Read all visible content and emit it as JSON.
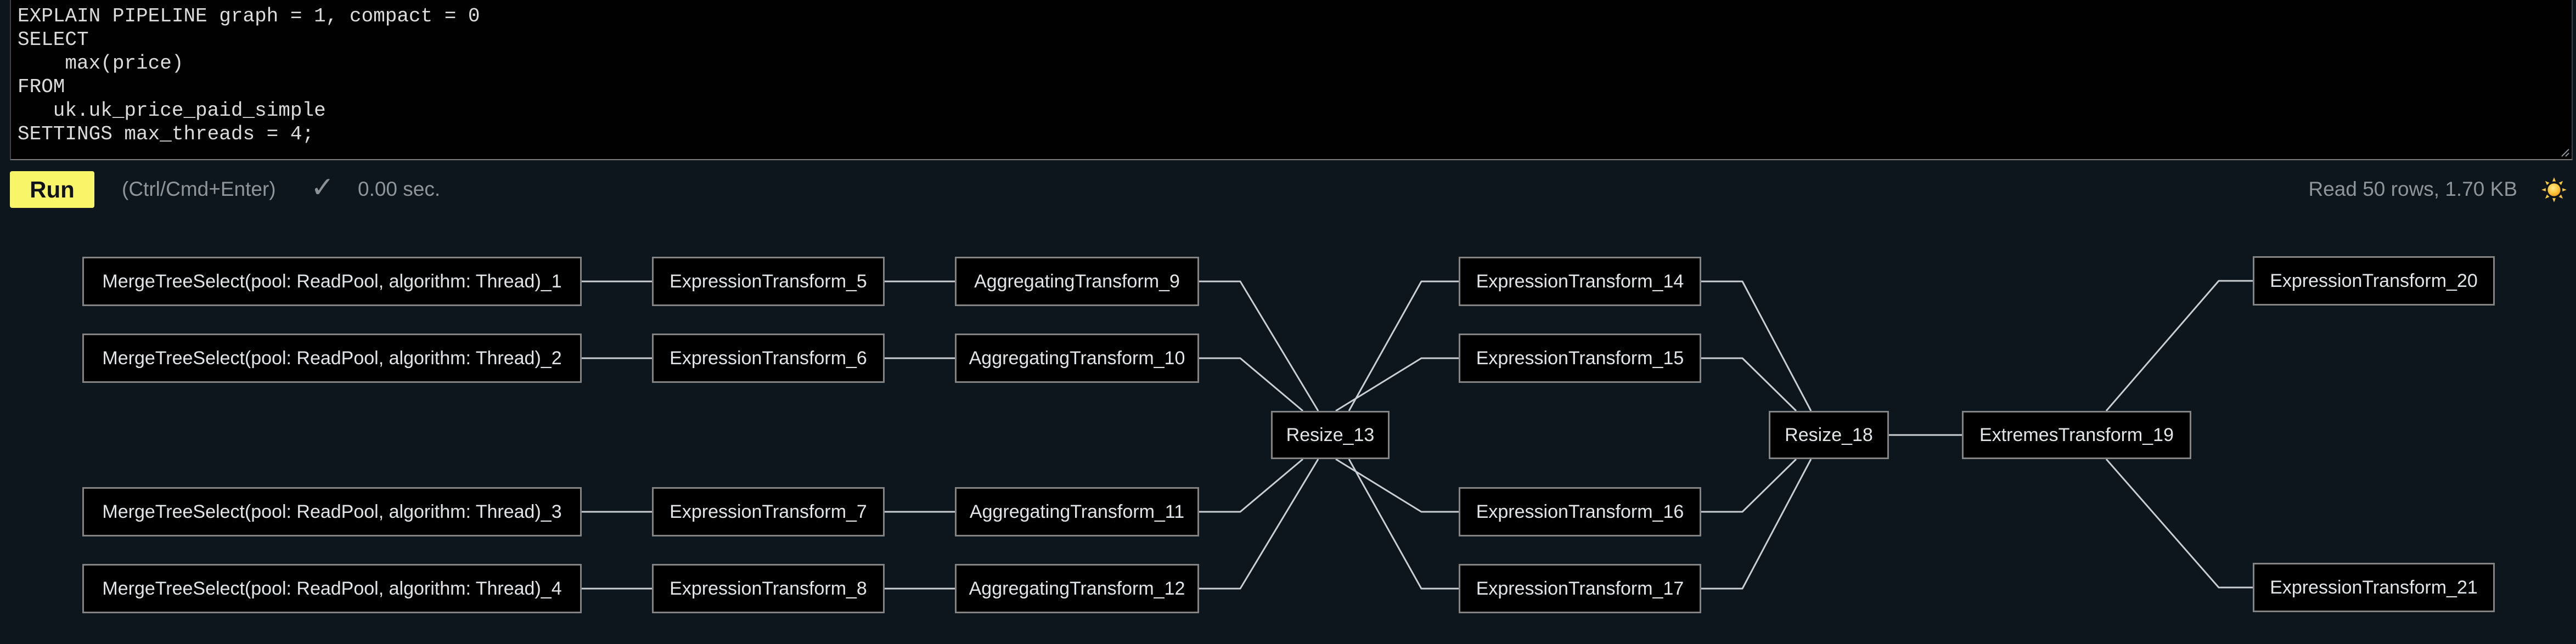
{
  "editor": {
    "sql_lines": [
      "EXPLAIN PIPELINE graph = 1, compact = 0",
      "SELECT",
      "    max(price)",
      "FROM",
      "   uk.uk_price_paid_simple",
      "SETTINGS max_threads = 4;"
    ]
  },
  "toolbar": {
    "run_label": "Run",
    "shortcut_hint": "(Ctrl/Cmd+Enter)",
    "status_check": "✓",
    "elapsed": "0.00 sec.",
    "read_stats": "Read 50 rows, 1.70 KB",
    "theme_icon": "sun-icon"
  },
  "colors": {
    "page_background": "#0d161d",
    "editor_background": "#010101",
    "accent_yellow": "#f8f568",
    "node_background": "#000000",
    "node_border": "#838383",
    "edge_line": "#cacfd3",
    "muted_text": "#8e969b",
    "sql_text": "#dcdcdc"
  },
  "graph": {
    "nodes": [
      {
        "id": "mts1",
        "label": "MergeTreeSelect(pool: ReadPool, algorithm: Thread)_1"
      },
      {
        "id": "mts2",
        "label": "MergeTreeSelect(pool: ReadPool, algorithm: Thread)_2"
      },
      {
        "id": "mts3",
        "label": "MergeTreeSelect(pool: ReadPool, algorithm: Thread)_3"
      },
      {
        "id": "mts4",
        "label": "MergeTreeSelect(pool: ReadPool, algorithm: Thread)_4"
      },
      {
        "id": "et5",
        "label": "ExpressionTransform_5"
      },
      {
        "id": "et6",
        "label": "ExpressionTransform_6"
      },
      {
        "id": "et7",
        "label": "ExpressionTransform_7"
      },
      {
        "id": "et8",
        "label": "ExpressionTransform_8"
      },
      {
        "id": "agg9",
        "label": "AggregatingTransform_9"
      },
      {
        "id": "agg10",
        "label": "AggregatingTransform_10"
      },
      {
        "id": "agg11",
        "label": "AggregatingTransform_11"
      },
      {
        "id": "agg12",
        "label": "AggregatingTransform_12"
      },
      {
        "id": "resize13",
        "label": "Resize_13"
      },
      {
        "id": "et14",
        "label": "ExpressionTransform_14"
      },
      {
        "id": "et15",
        "label": "ExpressionTransform_15"
      },
      {
        "id": "et16",
        "label": "ExpressionTransform_16"
      },
      {
        "id": "et17",
        "label": "ExpressionTransform_17"
      },
      {
        "id": "resize18",
        "label": "Resize_18"
      },
      {
        "id": "extremes19",
        "label": "ExtremesTransform_19"
      },
      {
        "id": "et20",
        "label": "ExpressionTransform_20"
      },
      {
        "id": "et21",
        "label": "ExpressionTransform_21"
      }
    ],
    "edges": [
      [
        "mts1",
        "et5"
      ],
      [
        "mts2",
        "et6"
      ],
      [
        "mts3",
        "et7"
      ],
      [
        "mts4",
        "et8"
      ],
      [
        "et5",
        "agg9"
      ],
      [
        "et6",
        "agg10"
      ],
      [
        "et7",
        "agg11"
      ],
      [
        "et8",
        "agg12"
      ],
      [
        "agg9",
        "resize13"
      ],
      [
        "agg10",
        "resize13"
      ],
      [
        "agg11",
        "resize13"
      ],
      [
        "agg12",
        "resize13"
      ],
      [
        "resize13",
        "et14"
      ],
      [
        "resize13",
        "et15"
      ],
      [
        "resize13",
        "et16"
      ],
      [
        "resize13",
        "et17"
      ],
      [
        "et14",
        "resize18"
      ],
      [
        "et15",
        "resize18"
      ],
      [
        "et16",
        "resize18"
      ],
      [
        "et17",
        "resize18"
      ],
      [
        "resize18",
        "extremes19"
      ],
      [
        "extremes19",
        "et20"
      ],
      [
        "extremes19",
        "et21"
      ]
    ]
  }
}
